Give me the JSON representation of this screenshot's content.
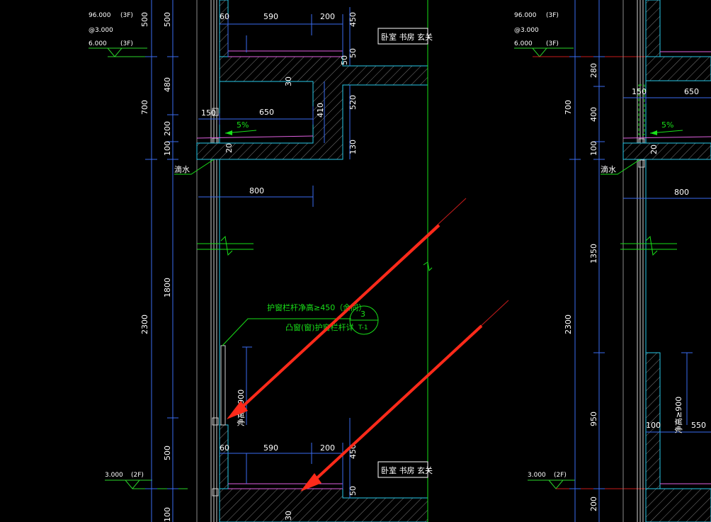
{
  "colors": {
    "background": "#000000",
    "dim_line": "#3a6cf0",
    "wall": "#28c8e8",
    "hatch": "#8a8a8a",
    "text": "#ffffff",
    "green": "#19e019",
    "red_line": "#c81c1c",
    "arrow": "#ff2a1a",
    "magenta": "#e060e0"
  },
  "left": {
    "levels": {
      "top_a": "96.000",
      "top_a_floor": "(3F)",
      "top_b": "@3.000",
      "top_c": "6.000",
      "top_c_floor": "(3F)",
      "bottom": "3.000",
      "bottom_floor": "(2F)"
    },
    "outer_dims": [
      "500",
      "700",
      "2300"
    ],
    "inner_dims": [
      "500",
      "480",
      "200",
      "100",
      "1800",
      "500",
      "100"
    ],
    "room_top": "卧室 书房 玄关",
    "room_bottom": "卧室 书房 玄关",
    "eave_label": "滴水",
    "dims": {
      "d590": "590",
      "d200": "200",
      "d450": "450",
      "d60": "60",
      "d50a": "50",
      "d50b": "50",
      "d150": "150",
      "d650": "650",
      "d410": "410",
      "d520": "520",
      "d130": "130",
      "d30": "30",
      "d20": "20",
      "d800": "800",
      "d590b": "590",
      "d200b": "200",
      "d450b": "450",
      "d60b": "60",
      "d50c": "50",
      "d30b": "30"
    },
    "slope": "5%",
    "clear_height": "净高≥900",
    "note_line1": "护窗栏杆净高≥450（余同）",
    "note_line2": "凸窗(窗)护窗栏杆详",
    "detail_num": "3",
    "detail_sheet": "T-1"
  },
  "right": {
    "levels": {
      "top_a": "96.000",
      "top_a_floor": "(3F)",
      "top_b": "@3.000",
      "top_c": "6.000",
      "top_c_floor": "(3F)",
      "bottom": "3.000",
      "bottom_floor": "(2F)"
    },
    "outer_dims": [
      "700",
      "2300"
    ],
    "inner_dims": [
      "280",
      "400",
      "100",
      "1350",
      "950",
      "200"
    ],
    "eave_label": "滴水",
    "dims": {
      "d150": "150",
      "d650": "650",
      "d20": "20",
      "d800": "800",
      "d100": "100",
      "d550": "550"
    },
    "slope": "5%",
    "clear_height": "净高≥900"
  }
}
